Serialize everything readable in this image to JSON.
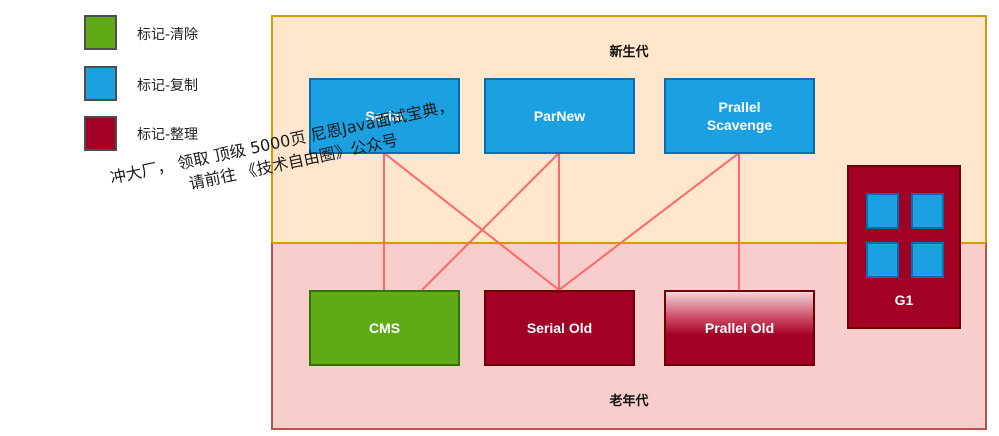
{
  "legend": [
    {
      "label": "标记-清除",
      "color": "#60a917"
    },
    {
      "label": "标记-复制",
      "color": "#1ba1e2"
    },
    {
      "label": "标记-整理",
      "color": "#a20025"
    }
  ],
  "young_gen": {
    "title": "新生代",
    "fill": "#ffe6cc",
    "border": "#d79b00"
  },
  "old_gen": {
    "title": "老年代",
    "fill": "#f8cecc",
    "border": "#b85450"
  },
  "collectors": {
    "serial": "Serial",
    "parnew": "ParNew",
    "parallel_scavenge_line1": "Prallel",
    "parallel_scavenge_line2": "Scavenge",
    "cms": "CMS",
    "serial_old": "Serial Old",
    "parallel_old": "Prallel Old",
    "g1": "G1"
  },
  "connections": [
    {
      "from": "Serial",
      "to": "CMS"
    },
    {
      "from": "Serial",
      "to": "Serial Old"
    },
    {
      "from": "ParNew",
      "to": "CMS"
    },
    {
      "from": "ParNew",
      "to": "Serial Old"
    },
    {
      "from": "Prallel Scavenge",
      "to": "Serial Old"
    },
    {
      "from": "Prallel Scavenge",
      "to": "Prallel Old"
    }
  ],
  "connector_color": "#ff6666",
  "watermark": {
    "line1": "冲大厂， 领取 顶级  5000页 尼恩Java面试宝典，",
    "line2": "请前往 《技术自由圈》公众号"
  }
}
